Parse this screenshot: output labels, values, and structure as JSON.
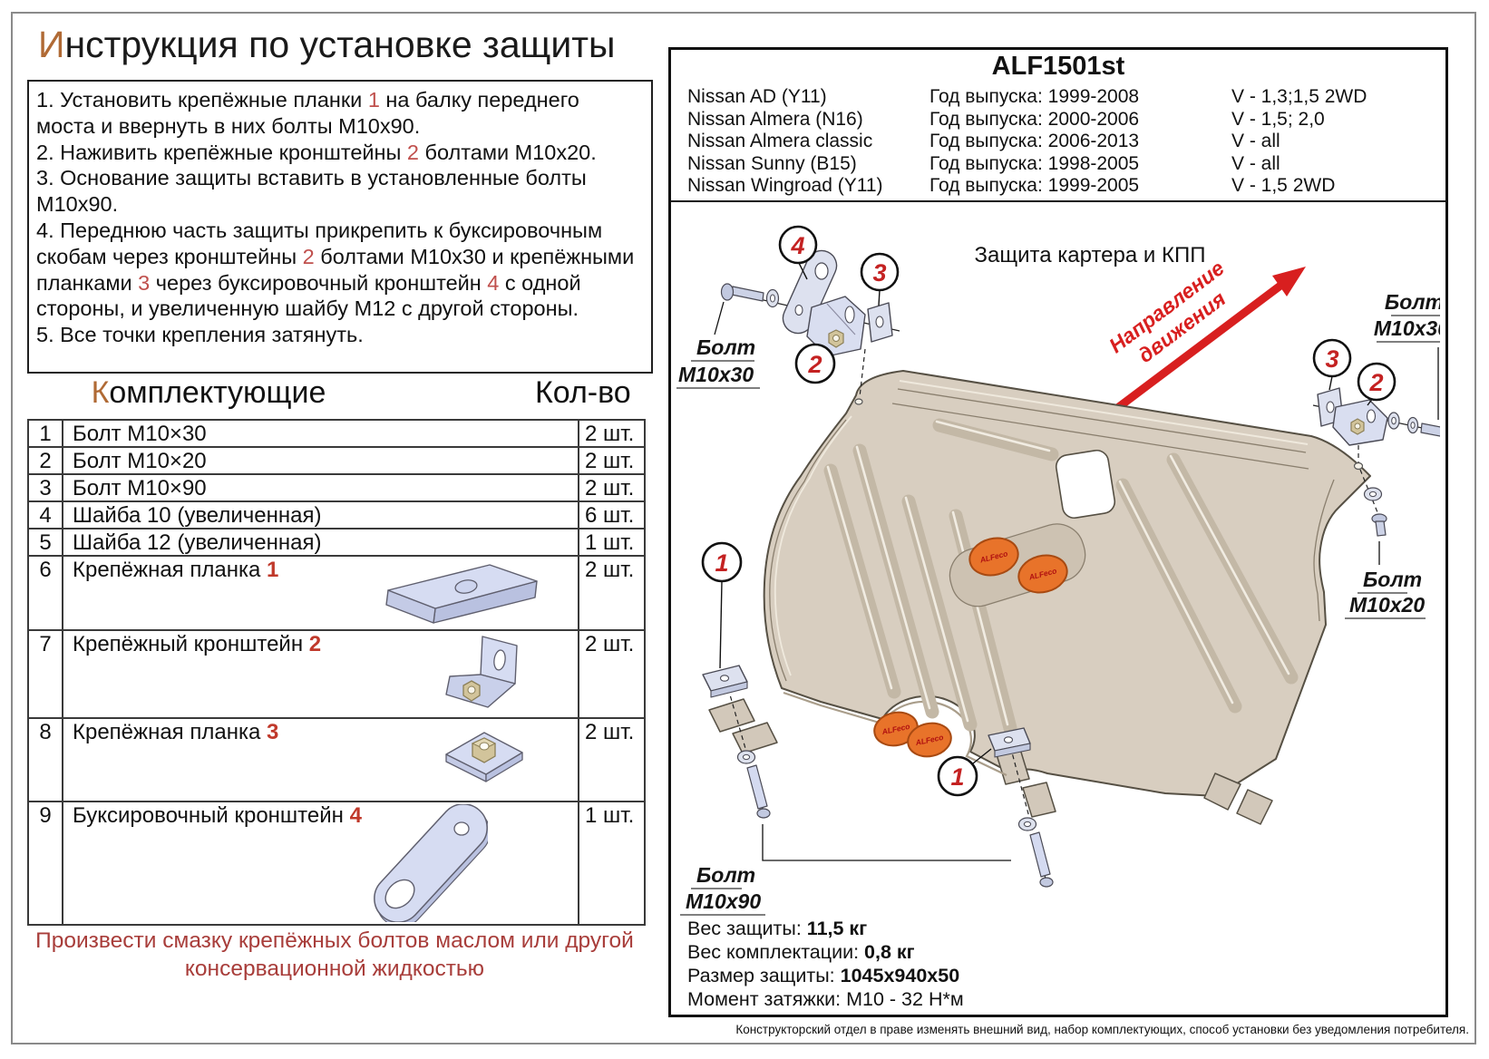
{
  "page": {
    "title_initial": "И",
    "title_rest": "нструкция по установке защиты",
    "footer": "Конструкторский отдел в праве изменять внешний вид, набор комплектующих, способ установки без уведомления потребителя."
  },
  "instructions": {
    "items": [
      [
        {
          "t": "1. Установить крепёжные планки "
        },
        {
          "t": "1",
          "red": true
        },
        {
          "t": " на балку переднего моста и ввернуть в них болты М10х90."
        }
      ],
      [
        {
          "t": "2. Наживить крепёжные кронштейны "
        },
        {
          "t": "2",
          "red": true
        },
        {
          "t": " болтами М10х20."
        }
      ],
      [
        {
          "t": "3. Основание защиты вставить в установленные болты М10х90."
        }
      ],
      [
        {
          "t": "4. Переднюю часть защиты прикрепить к буксировочным скобам через кронштейны "
        },
        {
          "t": "2",
          "red": true
        },
        {
          "t": " болтами М10х30 и крепёжными планками "
        },
        {
          "t": "3",
          "red": true
        },
        {
          "t": " через буксировочный кронштейн "
        },
        {
          "t": "4",
          "red": true
        },
        {
          "t": " с одной стороны, и увеличенную шайбу М12 с другой стороны."
        }
      ],
      [
        {
          "t": "5. Все точки крепления затянуть."
        }
      ]
    ]
  },
  "parts": {
    "header_initial": "К",
    "header_rest": "омплектующие",
    "qty_header": "Кол-во",
    "rows": [
      {
        "num": "1",
        "name": "Болт М10×30",
        "ref": "",
        "qty": "2 шт.",
        "icon": "",
        "h": 28
      },
      {
        "num": "2",
        "name": "Болт М10×20",
        "ref": "",
        "qty": "2 шт.",
        "icon": "",
        "h": 28
      },
      {
        "num": "3",
        "name": "Болт М10×90",
        "ref": "",
        "qty": "2 шт.",
        "icon": "",
        "h": 28
      },
      {
        "num": "4",
        "name": "Шайба 10 (увеличенная)",
        "ref": "",
        "qty": "6 шт.",
        "icon": "",
        "h": 28
      },
      {
        "num": "5",
        "name": "Шайба 12 (увеличенная)",
        "ref": "",
        "qty": "1 шт.",
        "icon": "",
        "h": 28
      },
      {
        "num": "6",
        "name": "Крепёжная планка ",
        "ref": "1",
        "qty": "2 шт.",
        "icon": "plank",
        "h": 80
      },
      {
        "num": "7",
        "name": "Крепёжный кронштейн ",
        "ref": "2",
        "qty": "2 шт.",
        "icon": "bracket",
        "h": 95
      },
      {
        "num": "8",
        "name": "Крепёжная планка ",
        "ref": "3",
        "qty": "2 шт.",
        "icon": "nutplate",
        "h": 90
      },
      {
        "num": "9",
        "name": "Буксировочный кронштейн ",
        "ref": "4",
        "qty": "1 шт.",
        "icon": "tow",
        "h": 134
      }
    ],
    "note": "Произвести смазку крепёжных болтов маслом или другой консервационной жидкостью"
  },
  "model_box": {
    "code": "ALF1501st",
    "rows": [
      {
        "model": "Nissan AD (Y11)",
        "years": "Год выпуска: 1999-2008",
        "engine": "V - 1,3;1,5 2WD"
      },
      {
        "model": "Nissan Almera (N16)",
        "years": "Год выпуска: 2000-2006",
        "engine": "V - 1,5; 2,0"
      },
      {
        "model": "Nissan Almera classic",
        "years": "Год выпуска: 2006-2013",
        "engine": "V - all"
      },
      {
        "model": "Nissan Sunny (B15)",
        "years": "Год выпуска: 1998-2005",
        "engine": "V - all"
      },
      {
        "model": "Nissan Wingroad (Y11)",
        "years": "Год выпуска: 1999-2005",
        "engine": "V - 1,5 2WD"
      }
    ]
  },
  "diagram": {
    "caption": "Защита картера и КПП",
    "direction_line1": "Направление",
    "direction_line2": "движения",
    "labels": {
      "bolt": "Болт",
      "m10x30": "М10х30",
      "m10x20": "М10х20",
      "m10x90": "М10х90"
    },
    "callouts": {
      "c1": "1",
      "c2": "2",
      "c3": "3",
      "c4": "4"
    },
    "logo_text": "ALFeco",
    "colors": {
      "plate": "#d8cec0",
      "accent_red": "#d81f1f",
      "logo_orange": "#e8732a",
      "hardware": "#d4daf0"
    }
  },
  "specs": {
    "lines": [
      {
        "label": "Вес защиты: ",
        "value": "11,5 кг",
        "bold": true
      },
      {
        "label": "Вес комплектации: ",
        "value": "0,8 кг",
        "bold": true
      },
      {
        "label": "Размер защиты: ",
        "value": "1045x940x50",
        "bold": true
      },
      {
        "label": "Момент затяжки: ",
        "value": "М10 - 32 Н*м",
        "bold": false
      }
    ]
  }
}
